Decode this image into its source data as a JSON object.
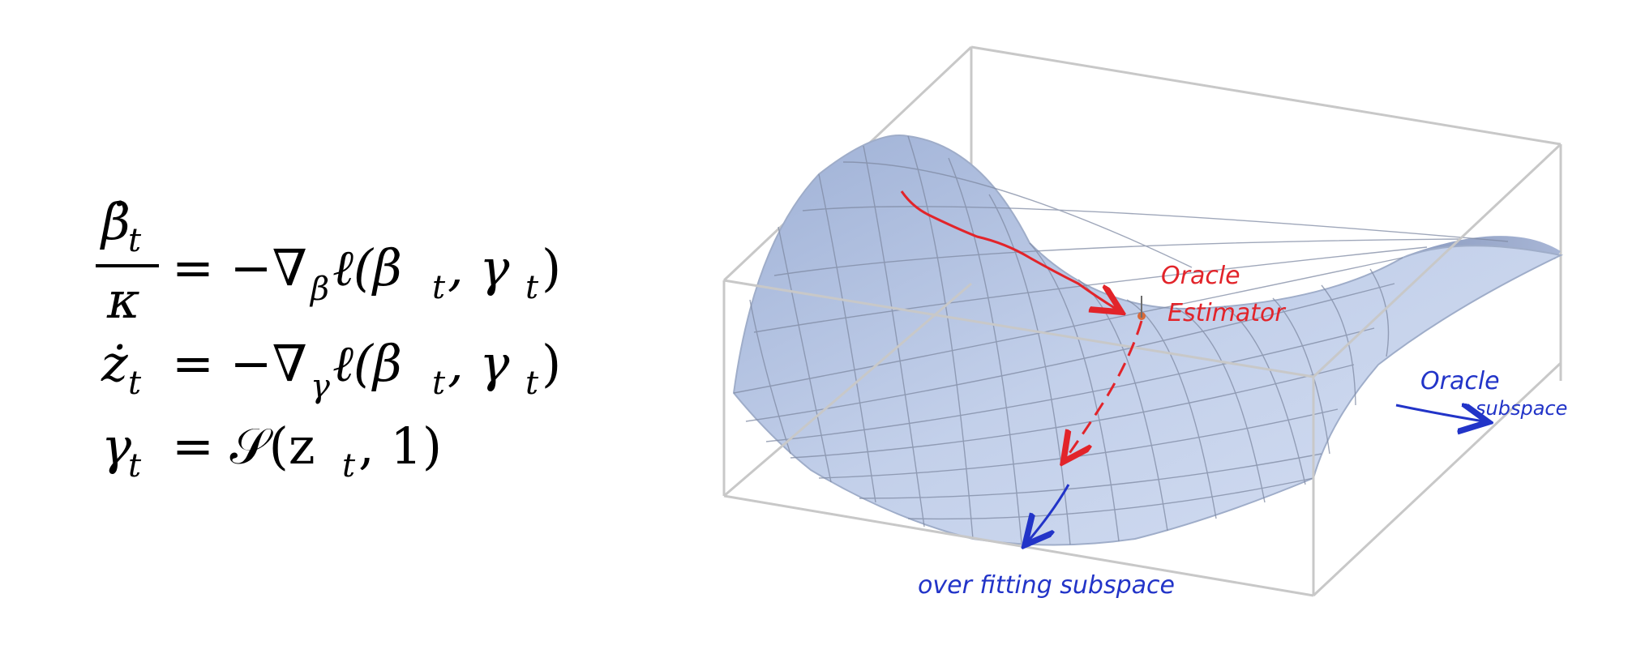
{
  "equations": {
    "line1_lhs_numerator": "β̇",
    "line1_lhs_numerator_sub": "t",
    "line1_lhs_denominator": "κ",
    "line1_rhs_main": "= −∇",
    "line1_rhs_grad_sub": "β",
    "line1_rhs_rest": "ℓ(β",
    "line1_rhs_beta_sub": "t",
    "line1_rhs_comma": ", γ",
    "line1_rhs_gamma_sub": "t",
    "line1_rhs_close": ")",
    "line2_lhs": "ż",
    "line2_lhs_sub": "t",
    "line2_rhs_main": "= −∇",
    "line2_rhs_grad_sub": "γ",
    "line2_rhs_rest": "ℓ(β",
    "line2_rhs_beta_sub": "t",
    "line2_rhs_comma": ", γ",
    "line2_rhs_gamma_sub": "t",
    "line2_rhs_close": ")",
    "line3_lhs": "γ",
    "line3_lhs_sub": "t",
    "line3_rhs_main": "= 𝒮(z",
    "line3_rhs_z_sub": "t",
    "line3_rhs_close": ", 1)"
  },
  "annotations": {
    "oracle_estimator_line1": "Oracle",
    "oracle_estimator_line2": "Estimator",
    "oracle_subspace_line1": "Oracle",
    "oracle_subspace_line2": "subspace",
    "overfitting_subspace": "over fitting subspace"
  },
  "colors": {
    "surface_fill": "#b7c6e4",
    "surface_mesh": "#7f8aa3",
    "box_lines": "#c8c8c8",
    "red_annotation": "#e2242a",
    "blue_annotation": "#2234c8",
    "equation_text": "#000000"
  }
}
